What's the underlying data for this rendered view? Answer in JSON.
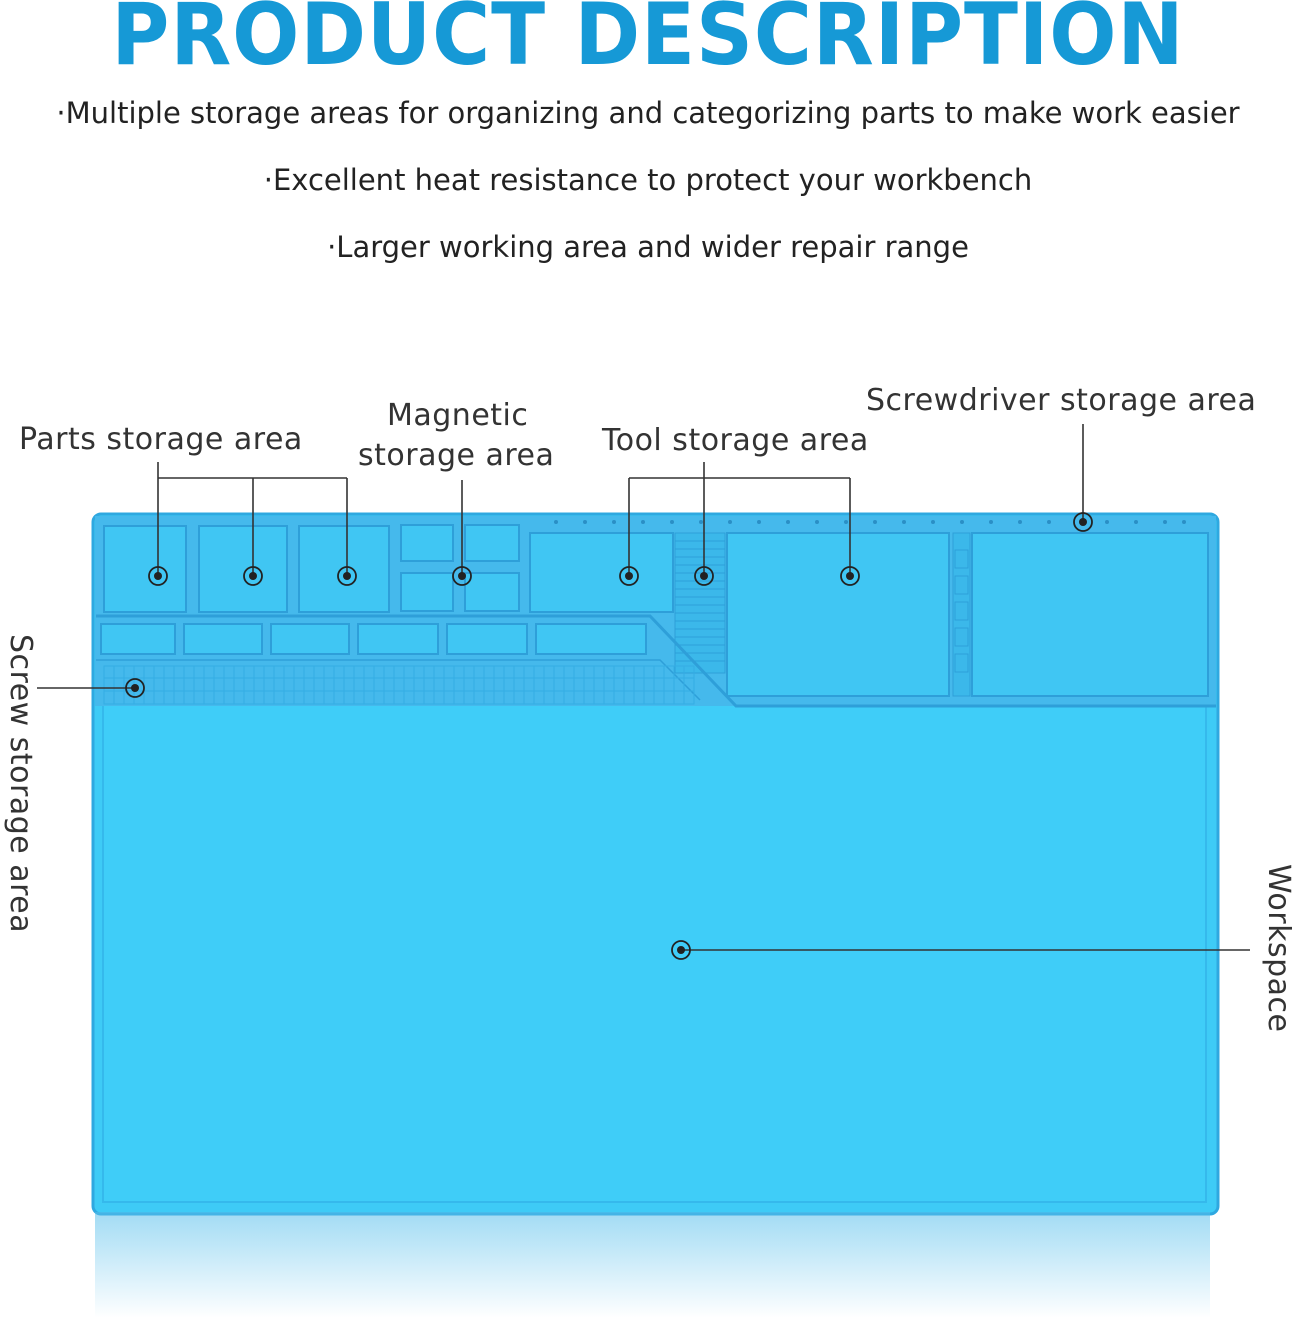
{
  "header": {
    "title": "PRODUCT DESCRIPTION",
    "title_color": "#1699d6"
  },
  "features": [
    "·Multiple storage areas for organizing and categorizing parts to make work easier",
    "·Excellent heat resistance to protect your workbench",
    "·Larger working area and wider repair range"
  ],
  "callouts": {
    "parts": "Parts storage area",
    "magnetic_line1": "Magnetic",
    "magnetic_line2": "storage area",
    "tool": "Tool storage area",
    "screwdriver": "Screwdriver storage area",
    "screw": "Screw storage area",
    "workspace": "Workspace"
  },
  "colors": {
    "mat_fill": "#3cc9f5",
    "mat_edge": "#2fa8e0",
    "pocket_fill": "#43c8f4"
  }
}
